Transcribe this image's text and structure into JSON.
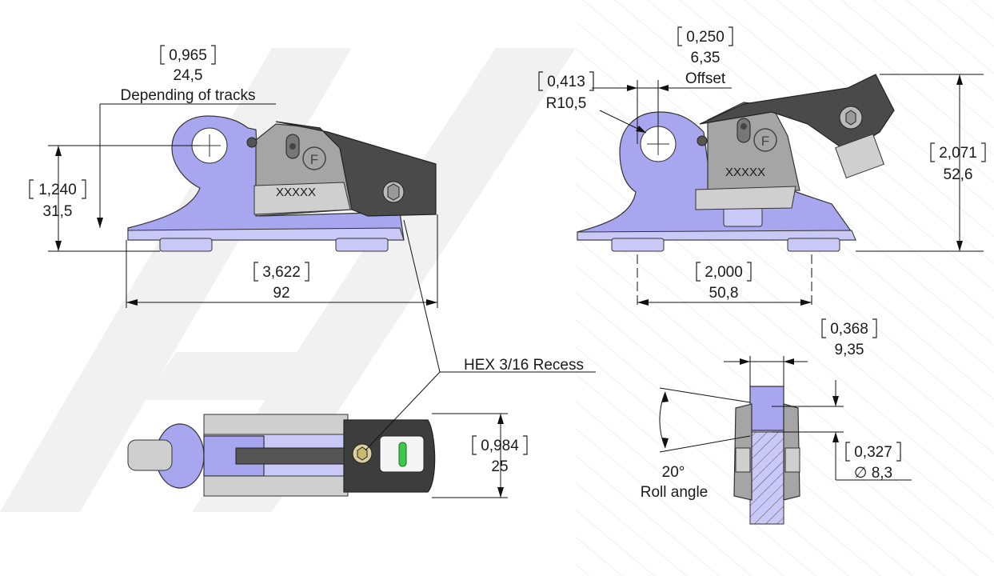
{
  "dimensions": {
    "track_offset": {
      "inch": "0,965",
      "mm": "24,5",
      "note": "Depending of tracks"
    },
    "height_pin": {
      "inch": "1,240",
      "mm": "31,5"
    },
    "length": {
      "inch": "3,622",
      "mm": "92"
    },
    "radius": {
      "inch": "0,413",
      "mm": "R10,5"
    },
    "offset": {
      "inch": "0,250",
      "mm": "6,35",
      "note": "Offset"
    },
    "height_total": {
      "inch": "2,071",
      "mm": "52,6"
    },
    "wheel_spacing": {
      "inch": "2,000",
      "mm": "50,8"
    },
    "width_top": {
      "inch": "0,984",
      "mm": "25"
    },
    "thickness": {
      "inch": "0,368",
      "mm": "9,35"
    },
    "bore": {
      "inch": "0,327",
      "mm": "∅ 8,3"
    },
    "roll": {
      "angle": "20°",
      "note": "Roll angle"
    }
  },
  "callouts": {
    "hex": "HEX 3/16 Recess"
  },
  "part_marking": {
    "code": "XXXXX",
    "letter": "F"
  },
  "colors": {
    "body": "#a8a6ef",
    "metal": "#a5a5a5",
    "dark_part": "#4a4a4a",
    "indicator": "#3cc84a"
  }
}
